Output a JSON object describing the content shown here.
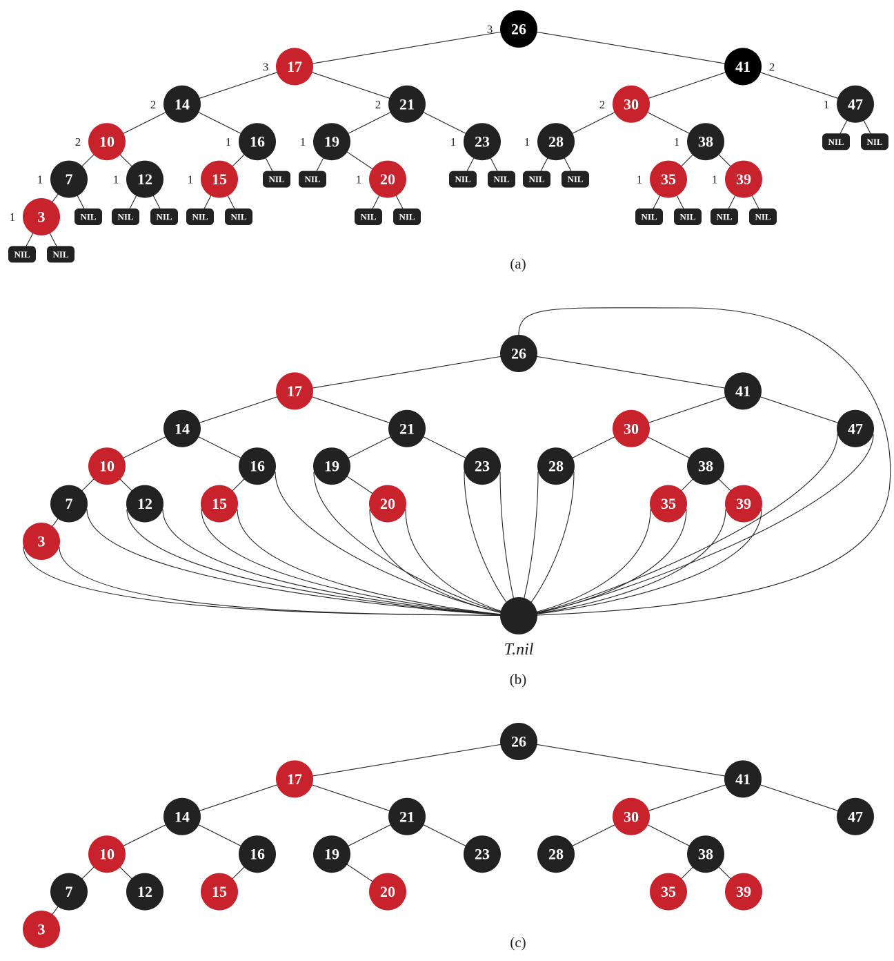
{
  "colors": {
    "red": "#c8232c",
    "black": "#222222",
    "root_black": "#000000",
    "text": "#ffffff"
  },
  "nodes": [
    {
      "id": "26",
      "label": "26",
      "color": "black",
      "bh": "3"
    },
    {
      "id": "17",
      "label": "17",
      "color": "red",
      "bh": "3"
    },
    {
      "id": "41",
      "label": "41",
      "color": "black",
      "bh": "2"
    },
    {
      "id": "14",
      "label": "14",
      "color": "black",
      "bh": "2"
    },
    {
      "id": "21",
      "label": "21",
      "color": "black",
      "bh": "2"
    },
    {
      "id": "30",
      "label": "30",
      "color": "red",
      "bh": "2"
    },
    {
      "id": "47",
      "label": "47",
      "color": "black",
      "bh": "1"
    },
    {
      "id": "10",
      "label": "10",
      "color": "red",
      "bh": "2"
    },
    {
      "id": "16",
      "label": "16",
      "color": "black",
      "bh": "1"
    },
    {
      "id": "19",
      "label": "19",
      "color": "black",
      "bh": "1"
    },
    {
      "id": "23",
      "label": "23",
      "color": "black",
      "bh": "1"
    },
    {
      "id": "28",
      "label": "28",
      "color": "black",
      "bh": "1"
    },
    {
      "id": "38",
      "label": "38",
      "color": "black",
      "bh": "1"
    },
    {
      "id": "7",
      "label": "7",
      "color": "black",
      "bh": "1"
    },
    {
      "id": "12",
      "label": "12",
      "color": "black",
      "bh": "1"
    },
    {
      "id": "15",
      "label": "15",
      "color": "red",
      "bh": "1"
    },
    {
      "id": "20",
      "label": "20",
      "color": "red",
      "bh": "1"
    },
    {
      "id": "35",
      "label": "35",
      "color": "red",
      "bh": "1"
    },
    {
      "id": "39",
      "label": "39",
      "color": "red",
      "bh": "1"
    },
    {
      "id": "3",
      "label": "3",
      "color": "red",
      "bh": "1"
    }
  ],
  "edges": [
    [
      "26",
      "17"
    ],
    [
      "26",
      "41"
    ],
    [
      "17",
      "14"
    ],
    [
      "17",
      "21"
    ],
    [
      "41",
      "30"
    ],
    [
      "41",
      "47"
    ],
    [
      "14",
      "10"
    ],
    [
      "14",
      "16"
    ],
    [
      "21",
      "19"
    ],
    [
      "21",
      "23"
    ],
    [
      "30",
      "28"
    ],
    [
      "30",
      "38"
    ],
    [
      "10",
      "7"
    ],
    [
      "10",
      "12"
    ],
    [
      "16",
      "15"
    ],
    [
      "19",
      "20"
    ],
    [
      "38",
      "35"
    ],
    [
      "38",
      "39"
    ],
    [
      "7",
      "3"
    ]
  ],
  "nil_label": "NIL",
  "sentinel_label": "T.nil",
  "panels": [
    {
      "id": "a",
      "caption": "(a)"
    },
    {
      "id": "b",
      "caption": "(b)"
    },
    {
      "id": "c",
      "caption": "(c)"
    }
  ]
}
